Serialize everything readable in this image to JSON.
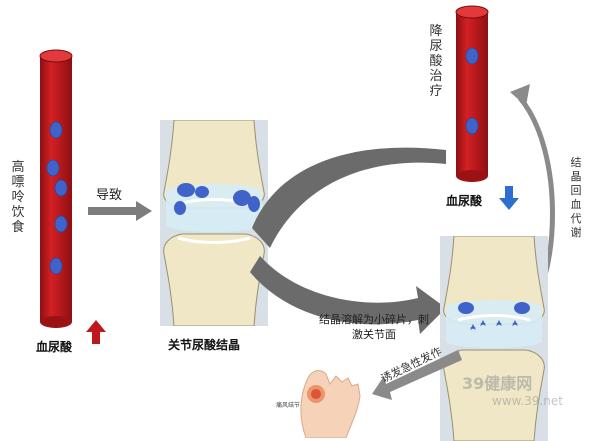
{
  "left": {
    "cause_label": "高嘌呤饮食",
    "blood_label": "血尿酸"
  },
  "arrow_lead": {
    "label": "导致"
  },
  "middle": {
    "caption": "关节尿酸结晶"
  },
  "top_right": {
    "treatment_label": "降尿酸治疗",
    "blood_label": "血尿酸"
  },
  "right_side": {
    "label": "结晶回血代谢"
  },
  "bottom": {
    "dissolve_note": "结晶溶解为小碎片，刺激关节面",
    "attack_label": "诱发急性发作",
    "foot_caption": "痛风结节"
  },
  "watermark": {
    "brand": "39健康网",
    "url": "www.39.net"
  },
  "colors": {
    "vessel": "#c0181c",
    "crystal": "#3f63c9",
    "arrow_up": "#c0181c",
    "arrow_down": "#2c6fd0"
  }
}
